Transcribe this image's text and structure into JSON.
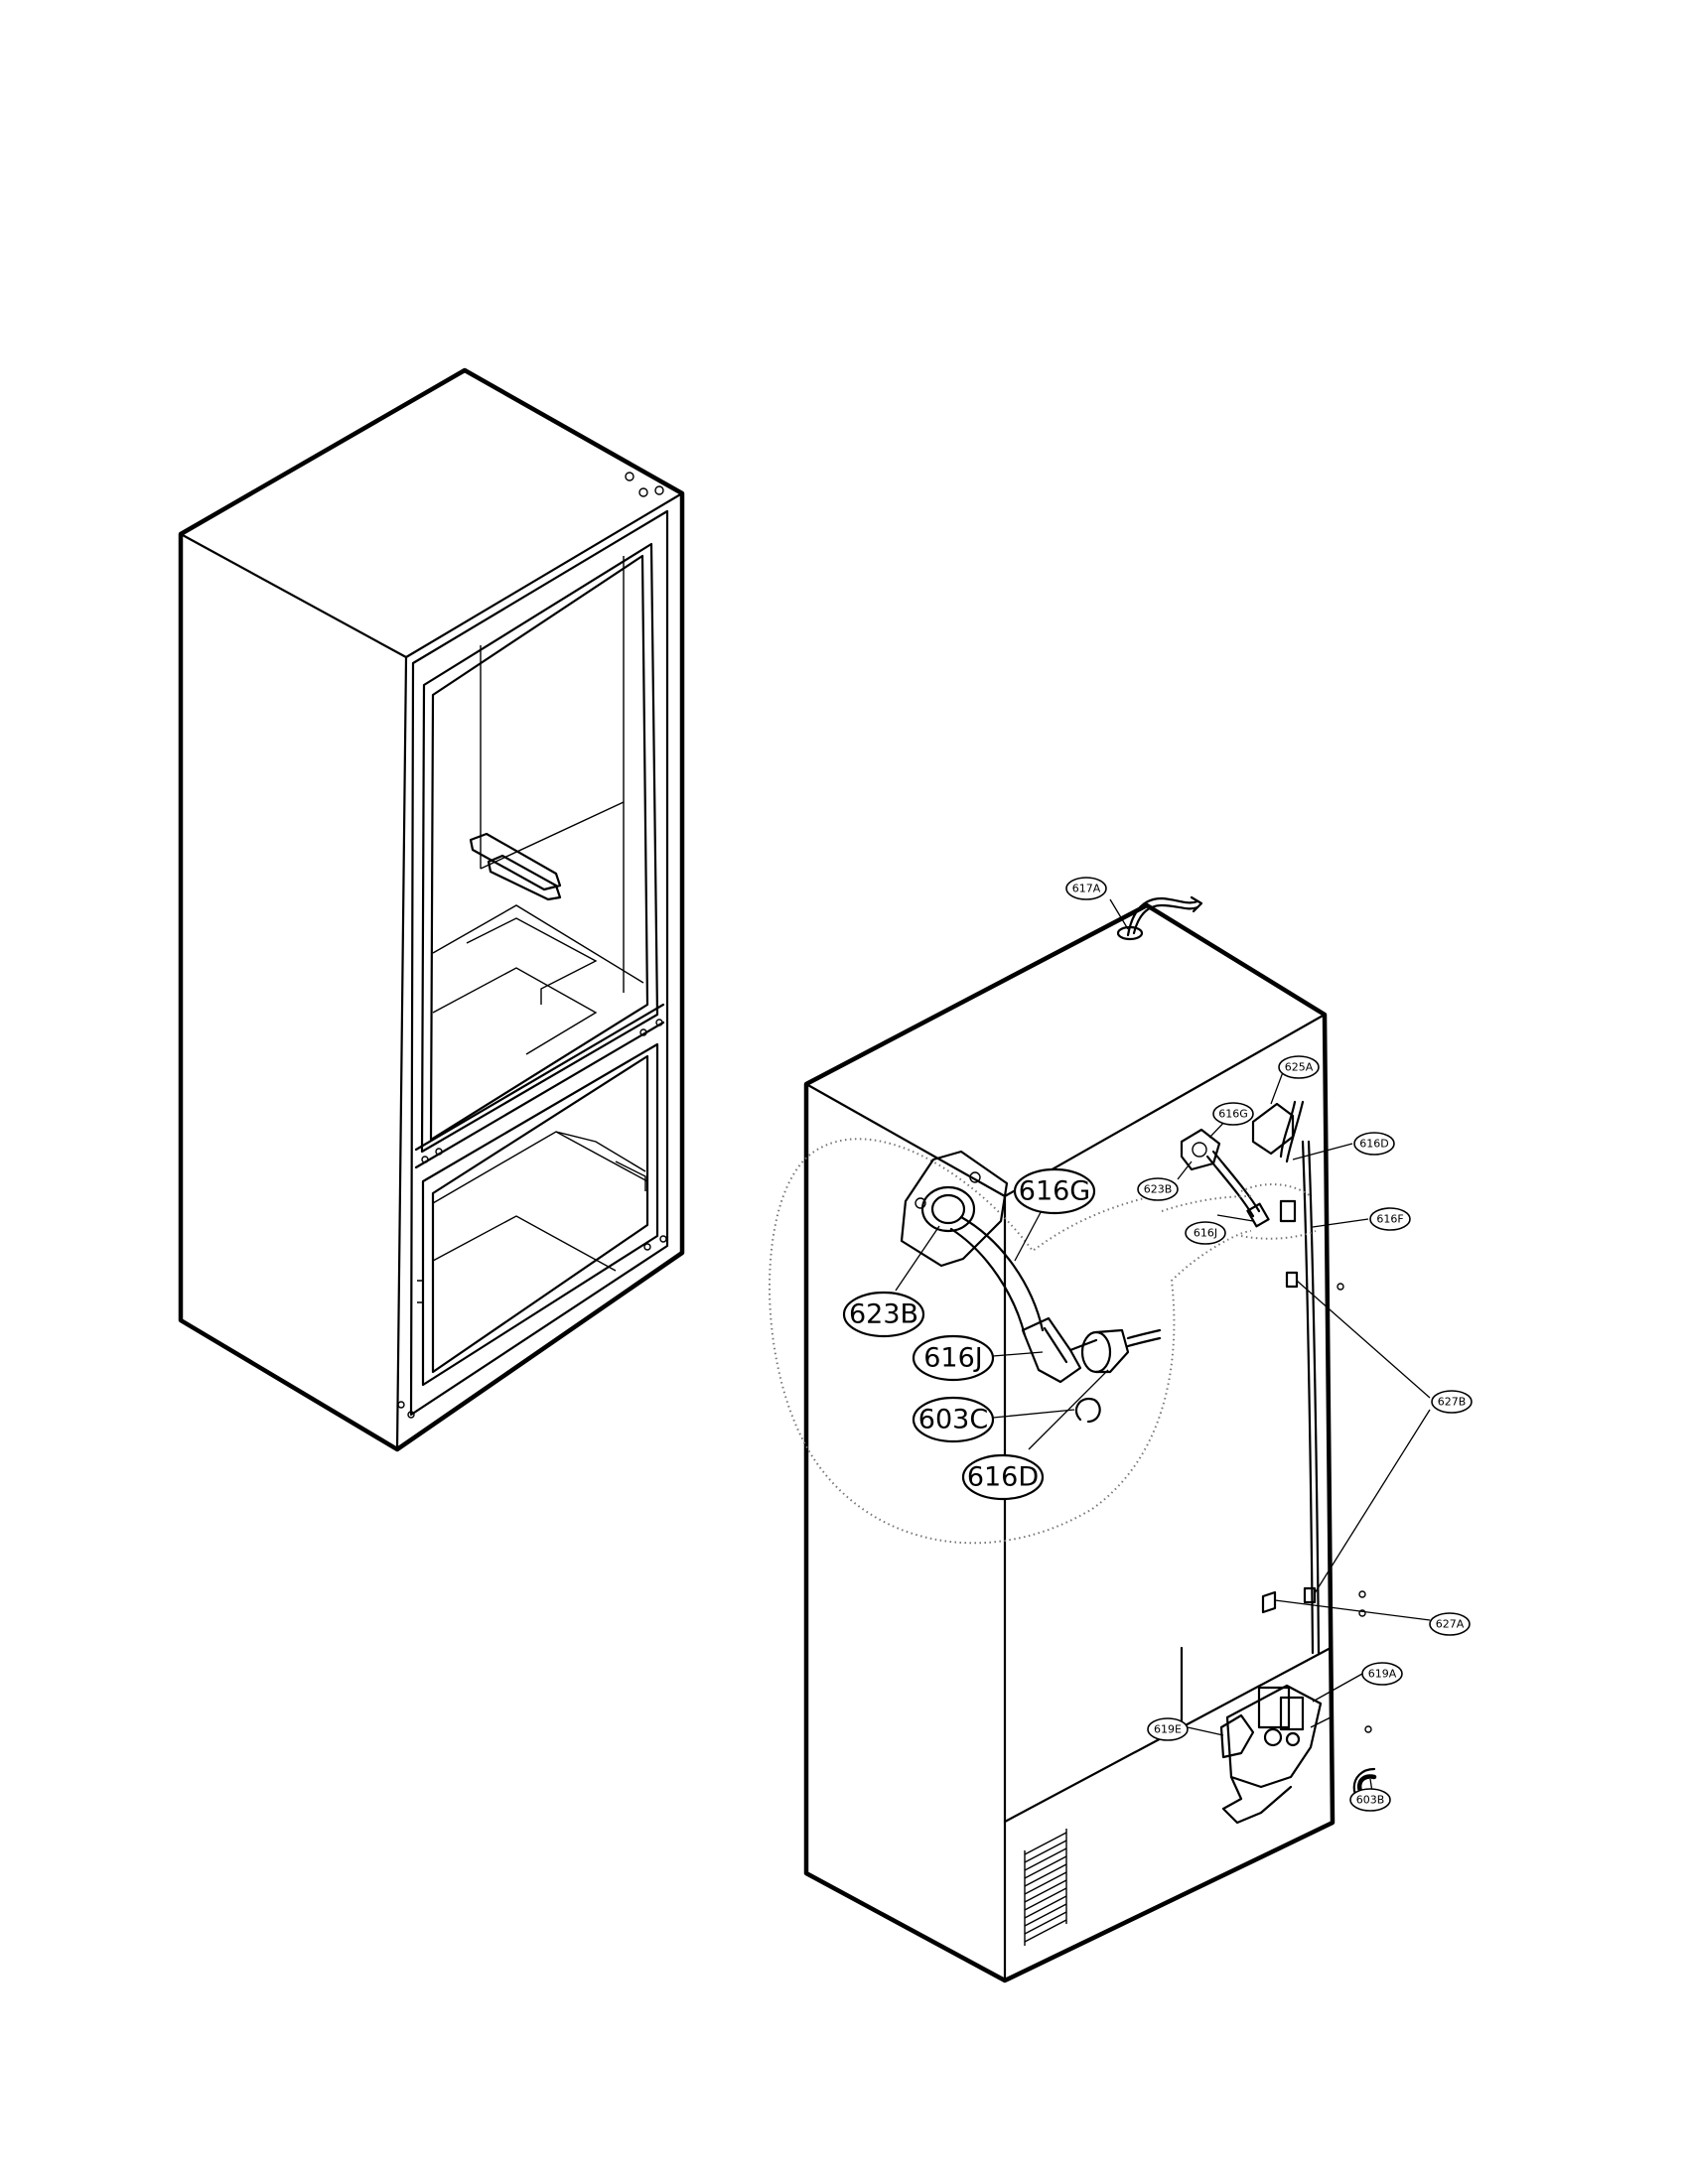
{
  "callouts": {
    "c617A": "617A",
    "c625A": "625A",
    "c616G": "616G",
    "c616D": "616D",
    "c623B": "623B",
    "c616F": "616F",
    "c616J": "616J",
    "c627B": "627B",
    "c627A": "627A",
    "c619A": "619A",
    "c619E": "619E",
    "c603B": "603B"
  },
  "detail_callouts": {
    "c616G": "616G",
    "c623B": "623B",
    "c616J": "616J",
    "c603C": "603C",
    "c616D": "616D"
  }
}
